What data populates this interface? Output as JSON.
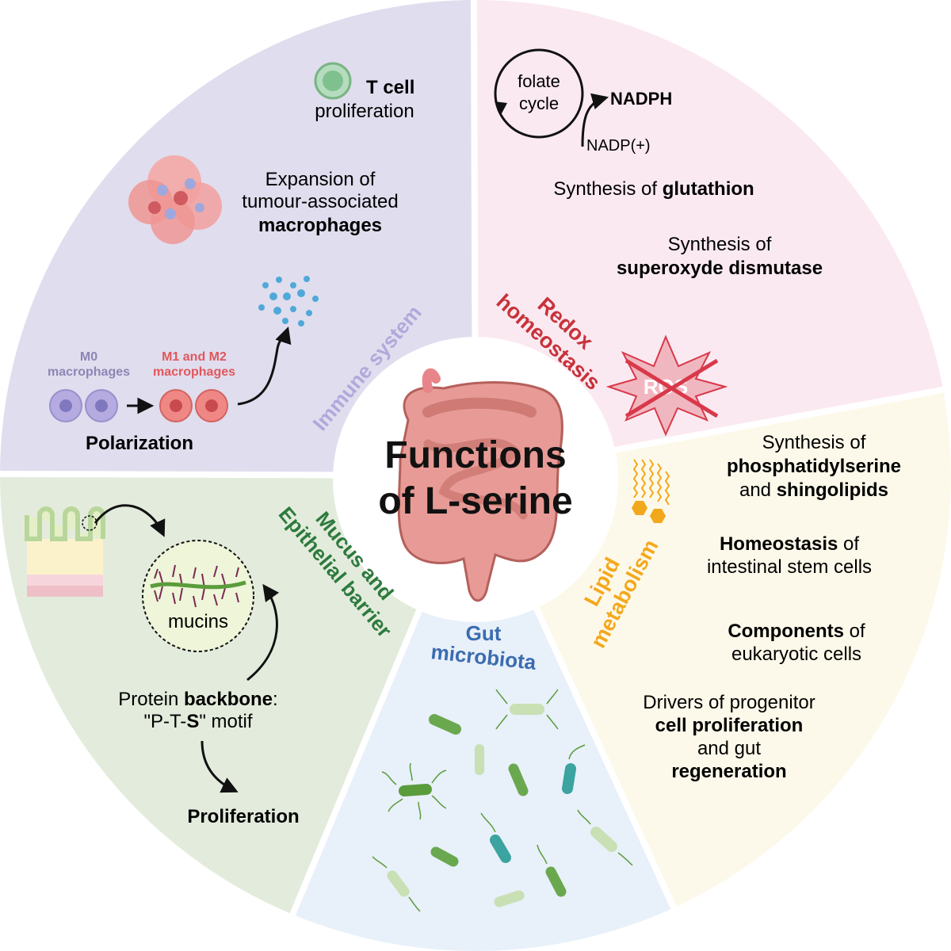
{
  "center": {
    "line1": "Functions",
    "line2": "of L-serine"
  },
  "sectors": {
    "immune": {
      "label": "Immune system",
      "color": "#b2a8db",
      "bg": "#e0ddee",
      "tcell": {
        "bold": "T cell",
        "text": "proliferation"
      },
      "tam": {
        "line1": "Expansion of",
        "line2": "tumour-associated",
        "bold": "macrophages"
      },
      "m0": {
        "line1": "M0",
        "line2": "macrophages",
        "color": "#8c86b5"
      },
      "m12": {
        "line1": "M1 and M2",
        "line2": "macrophages",
        "color": "#e0575b"
      },
      "polarization": "Polarization"
    },
    "redox": {
      "label_line1": "Redox",
      "label_line2": "homeostasis",
      "color": "#c8323a",
      "bg": "#fbe9f1",
      "folate": {
        "line1": "folate",
        "line2": "cycle",
        "nadph": "NADPH",
        "nadp": "NADP(+)"
      },
      "glutathion": {
        "text": "Synthesis of ",
        "bold": "glutathion"
      },
      "sod": {
        "line1": "Synthesis of",
        "bold": "superoxyde dismutase"
      },
      "ros": "ROS"
    },
    "lipid": {
      "label_line1": "Lipid",
      "label_line2": "metabolism",
      "color": "#f4a81d",
      "bg": "#fdf9ea",
      "ps": {
        "line1": "Synthesis of",
        "bold1": "phosphatidylserine",
        "mid": "and ",
        "bold2": "shingolipids"
      },
      "stem": {
        "bold": "Homeostasis",
        "text": " of",
        "line2": "intestinal stem cells"
      },
      "comp": {
        "bold": "Components",
        "text": " of",
        "line2": "eukaryotic cells"
      },
      "drivers": {
        "line1": "Drivers of progenitor",
        "bold1": "cell proliferation",
        "line3": "and gut",
        "bold2": "regeneration"
      }
    },
    "gut": {
      "label_line1": "Gut",
      "label_line2": "microbiota",
      "color": "#3a6cb0",
      "bg": "#e8f0f9"
    },
    "mucus": {
      "label_line1": "Mucus and",
      "label_line2": "Epithelial barrier",
      "color": "#2e7a3e",
      "bg": "#e3ecdc",
      "mucins": "mucins",
      "backbone": {
        "pre": "Protein ",
        "bold": "backbone",
        "post": ":",
        "motif_pre": "\"P-T-",
        "motif_bold": "S",
        "motif_post": "\" motif"
      },
      "proliferation": "Proliferation"
    }
  }
}
